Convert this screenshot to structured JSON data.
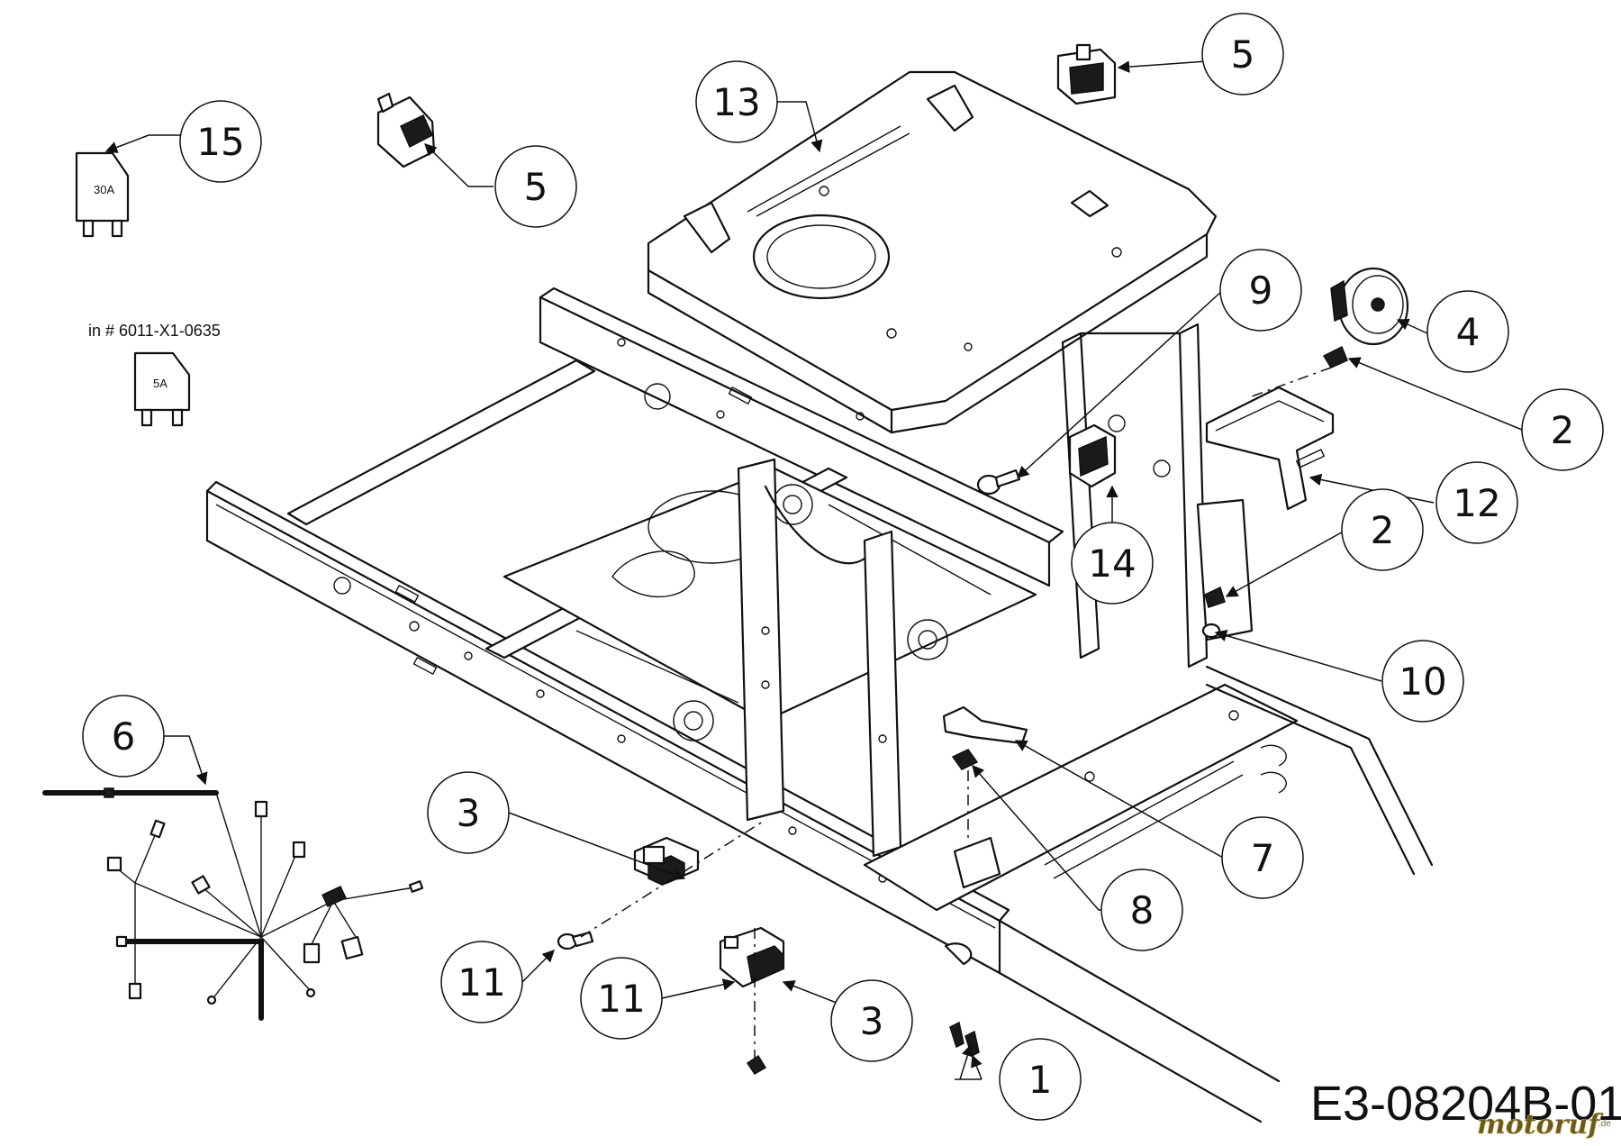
{
  "callouts": [
    {
      "label": "1"
    },
    {
      "label": "2"
    },
    {
      "label": "2"
    },
    {
      "label": "3"
    },
    {
      "label": "3"
    },
    {
      "label": "4"
    },
    {
      "label": "5"
    },
    {
      "label": "5"
    },
    {
      "label": "6"
    },
    {
      "label": "7"
    },
    {
      "label": "8"
    },
    {
      "label": "9"
    },
    {
      "label": "10"
    },
    {
      "label": "11"
    },
    {
      "label": "11"
    },
    {
      "label": "12"
    },
    {
      "label": "13"
    },
    {
      "label": "14"
    },
    {
      "label": "15"
    }
  ],
  "fuse_large": {
    "rating": "30A"
  },
  "fuse_small": {
    "rating": "5A"
  },
  "note": "in # 6011-X1-0635",
  "diagram_code": "E3-08204B-01",
  "watermark": {
    "text": "motoruf",
    "suffix": ".de",
    "color_dark": "#6b5a1e",
    "color_light": "#c9b04a"
  }
}
